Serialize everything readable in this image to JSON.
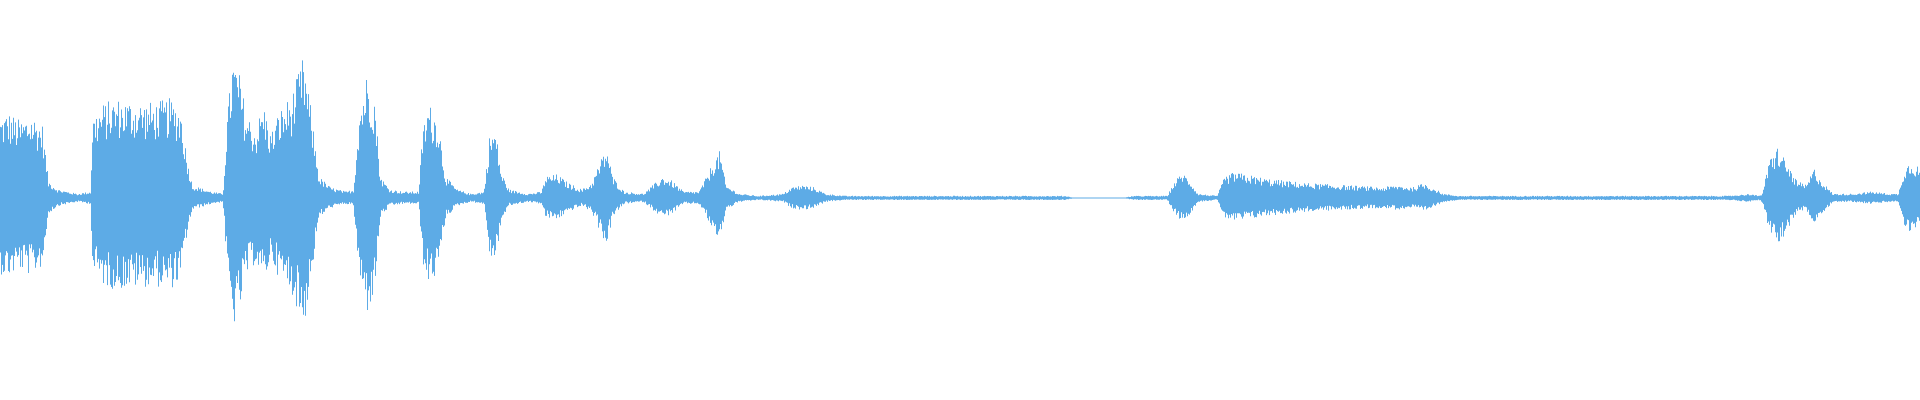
{
  "waveform": {
    "color": "#5dabe6",
    "background": "#ffffff",
    "envelope": [
      [
        0.0,
        0.38
      ],
      [
        0.004,
        0.4
      ],
      [
        0.01,
        0.36
      ],
      [
        0.016,
        0.39
      ],
      [
        0.022,
        0.34
      ],
      [
        0.025,
        0.08
      ],
      [
        0.03,
        0.04
      ],
      [
        0.04,
        0.02
      ],
      [
        0.047,
        0.03
      ],
      [
        0.048,
        0.38
      ],
      [
        0.054,
        0.44
      ],
      [
        0.06,
        0.46
      ],
      [
        0.07,
        0.45
      ],
      [
        0.08,
        0.44
      ],
      [
        0.088,
        0.46
      ],
      [
        0.094,
        0.42
      ],
      [
        0.097,
        0.2
      ],
      [
        0.1,
        0.06
      ],
      [
        0.11,
        0.03
      ],
      [
        0.116,
        0.02
      ],
      [
        0.118,
        0.36
      ],
      [
        0.121,
        0.65
      ],
      [
        0.124,
        0.6
      ],
      [
        0.128,
        0.4
      ],
      [
        0.133,
        0.32
      ],
      [
        0.137,
        0.44
      ],
      [
        0.141,
        0.3
      ],
      [
        0.145,
        0.4
      ],
      [
        0.152,
        0.48
      ],
      [
        0.158,
        0.66
      ],
      [
        0.162,
        0.4
      ],
      [
        0.166,
        0.1
      ],
      [
        0.172,
        0.05
      ],
      [
        0.18,
        0.03
      ],
      [
        0.184,
        0.04
      ],
      [
        0.187,
        0.42
      ],
      [
        0.191,
        0.58
      ],
      [
        0.195,
        0.48
      ],
      [
        0.198,
        0.1
      ],
      [
        0.203,
        0.04
      ],
      [
        0.21,
        0.03
      ],
      [
        0.218,
        0.03
      ],
      [
        0.22,
        0.32
      ],
      [
        0.223,
        0.44
      ],
      [
        0.228,
        0.38
      ],
      [
        0.232,
        0.1
      ],
      [
        0.238,
        0.04
      ],
      [
        0.245,
        0.02
      ],
      [
        0.252,
        0.03
      ],
      [
        0.255,
        0.3
      ],
      [
        0.258,
        0.32
      ],
      [
        0.261,
        0.12
      ],
      [
        0.265,
        0.04
      ],
      [
        0.275,
        0.02
      ],
      [
        0.282,
        0.03
      ],
      [
        0.284,
        0.1
      ],
      [
        0.29,
        0.11
      ],
      [
        0.296,
        0.07
      ],
      [
        0.303,
        0.04
      ],
      [
        0.308,
        0.07
      ],
      [
        0.313,
        0.18
      ],
      [
        0.316,
        0.24
      ],
      [
        0.319,
        0.1
      ],
      [
        0.325,
        0.03
      ],
      [
        0.335,
        0.02
      ],
      [
        0.34,
        0.06
      ],
      [
        0.345,
        0.1
      ],
      [
        0.35,
        0.08
      ],
      [
        0.356,
        0.03
      ],
      [
        0.364,
        0.03
      ],
      [
        0.368,
        0.1
      ],
      [
        0.372,
        0.18
      ],
      [
        0.375,
        0.22
      ],
      [
        0.378,
        0.06
      ],
      [
        0.385,
        0.02
      ],
      [
        0.395,
        0.01
      ],
      [
        0.408,
        0.02
      ],
      [
        0.412,
        0.05
      ],
      [
        0.418,
        0.06
      ],
      [
        0.424,
        0.05
      ],
      [
        0.43,
        0.02
      ],
      [
        0.44,
        0.01
      ],
      [
        0.555,
        0.01
      ],
      [
        0.56,
        0.0
      ],
      [
        0.585,
        0.0
      ],
      [
        0.59,
        0.01
      ],
      [
        0.608,
        0.01
      ],
      [
        0.612,
        0.08
      ],
      [
        0.616,
        0.12
      ],
      [
        0.62,
        0.08
      ],
      [
        0.624,
        0.02
      ],
      [
        0.634,
        0.01
      ],
      [
        0.638,
        0.1
      ],
      [
        0.643,
        0.12
      ],
      [
        0.66,
        0.09
      ],
      [
        0.68,
        0.07
      ],
      [
        0.7,
        0.06
      ],
      [
        0.72,
        0.05
      ],
      [
        0.728,
        0.06
      ],
      [
        0.736,
        0.05
      ],
      [
        0.742,
        0.07
      ],
      [
        0.748,
        0.04
      ],
      [
        0.752,
        0.02
      ],
      [
        0.76,
        0.01
      ],
      [
        0.9,
        0.01
      ],
      [
        0.912,
        0.02
      ],
      [
        0.916,
        0.01
      ],
      [
        0.918,
        0.02
      ],
      [
        0.922,
        0.18
      ],
      [
        0.926,
        0.24
      ],
      [
        0.93,
        0.18
      ],
      [
        0.936,
        0.08
      ],
      [
        0.941,
        0.06
      ],
      [
        0.945,
        0.14
      ],
      [
        0.949,
        0.08
      ],
      [
        0.955,
        0.02
      ],
      [
        0.965,
        0.02
      ],
      [
        0.975,
        0.03
      ],
      [
        0.985,
        0.02
      ],
      [
        0.989,
        0.02
      ],
      [
        0.992,
        0.14
      ],
      [
        0.996,
        0.18
      ],
      [
        1.0,
        0.14
      ]
    ]
  }
}
